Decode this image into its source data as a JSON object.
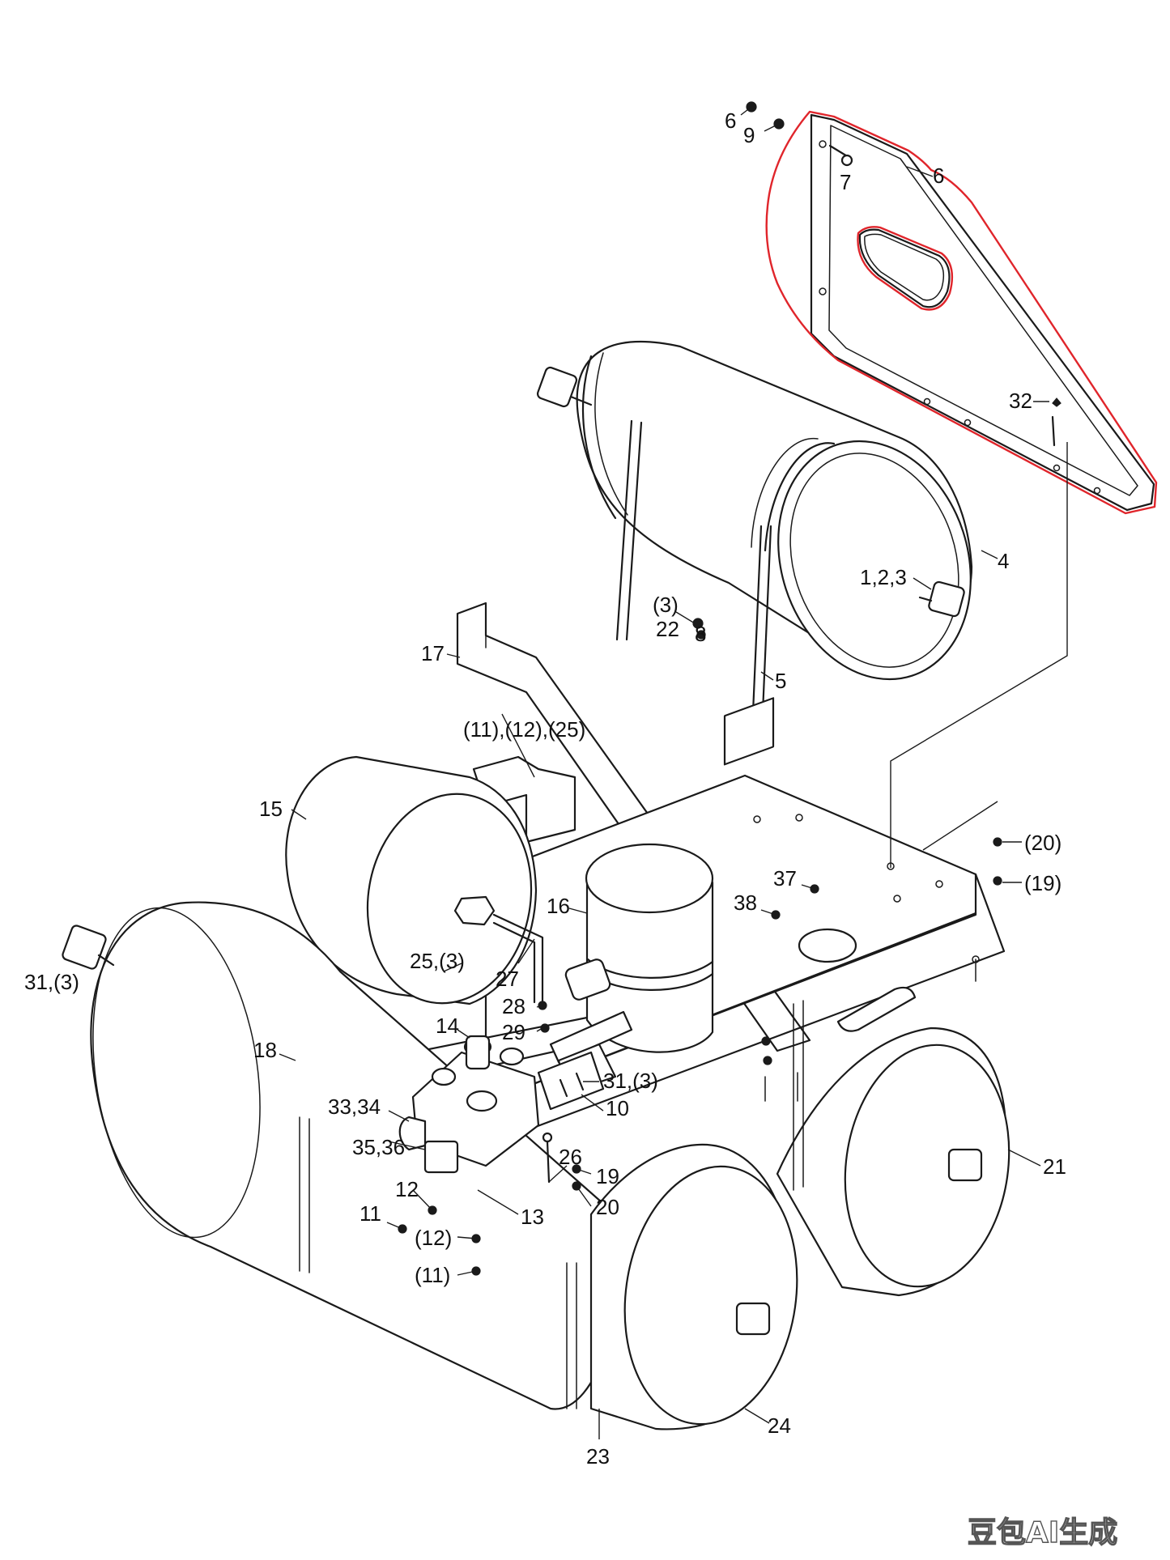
{
  "highlight_color": "#e0252b",
  "watermark": "豆包AI生成",
  "callouts": [
    {
      "id": "c6a",
      "text": "6"
    },
    {
      "id": "c9",
      "text": "9"
    },
    {
      "id": "c7",
      "text": "7"
    },
    {
      "id": "c6b",
      "text": "6"
    },
    {
      "id": "c32",
      "text": "32"
    },
    {
      "id": "c4",
      "text": "4"
    },
    {
      "id": "c123",
      "text": "1,2,3"
    },
    {
      "id": "c3p",
      "text": "(3)"
    },
    {
      "id": "c22",
      "text": "22"
    },
    {
      "id": "c8",
      "text": "8"
    },
    {
      "id": "c5",
      "text": "5"
    },
    {
      "id": "c17",
      "text": "17"
    },
    {
      "id": "c111225",
      "text": "(11),(12),(25)"
    },
    {
      "id": "c15",
      "text": "15"
    },
    {
      "id": "c20p",
      "text": "(20)"
    },
    {
      "id": "c19p",
      "text": "(19)"
    },
    {
      "id": "c37",
      "text": "37"
    },
    {
      "id": "c38",
      "text": "38"
    },
    {
      "id": "c16",
      "text": "16"
    },
    {
      "id": "c313a",
      "text": "31,(3)"
    },
    {
      "id": "c253",
      "text": "25,(3)"
    },
    {
      "id": "c27",
      "text": "27"
    },
    {
      "id": "c28",
      "text": "28"
    },
    {
      "id": "c29",
      "text": "29"
    },
    {
      "id": "c14",
      "text": "14"
    },
    {
      "id": "c18",
      "text": "18"
    },
    {
      "id": "c313b",
      "text": "31,(3)"
    },
    {
      "id": "c10",
      "text": "10"
    },
    {
      "id": "c3334",
      "text": "33,34"
    },
    {
      "id": "c3536",
      "text": "35,36"
    },
    {
      "id": "c26",
      "text": "26"
    },
    {
      "id": "c19",
      "text": "19"
    },
    {
      "id": "c20",
      "text": "20"
    },
    {
      "id": "c12",
      "text": "12"
    },
    {
      "id": "c13",
      "text": "13"
    },
    {
      "id": "c11",
      "text": "11"
    },
    {
      "id": "c12p",
      "text": "(12)"
    },
    {
      "id": "c11p",
      "text": "(11)"
    },
    {
      "id": "c21",
      "text": "21"
    },
    {
      "id": "c24",
      "text": "24"
    },
    {
      "id": "c23",
      "text": "23"
    }
  ]
}
